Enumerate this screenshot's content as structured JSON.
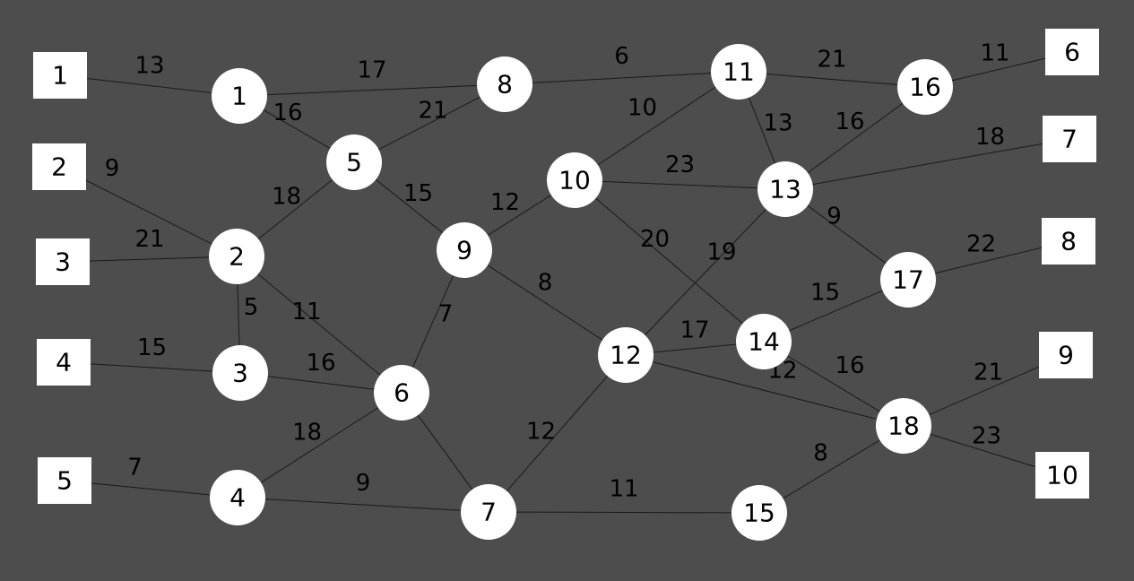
{
  "diagram": {
    "colors": {
      "background": "#4d4d4d",
      "node_fill": "#ffffff",
      "edge": "#1a1a1a",
      "text": "#000000"
    },
    "nodes": [
      {
        "id": "s1",
        "label": "1",
        "shape": "square"
      },
      {
        "id": "s2",
        "label": "2",
        "shape": "square"
      },
      {
        "id": "s3",
        "label": "3",
        "shape": "square"
      },
      {
        "id": "s4",
        "label": "4",
        "shape": "square"
      },
      {
        "id": "s5",
        "label": "5",
        "shape": "square"
      },
      {
        "id": "s6",
        "label": "6",
        "shape": "square"
      },
      {
        "id": "s7",
        "label": "7",
        "shape": "square"
      },
      {
        "id": "s8",
        "label": "8",
        "shape": "square"
      },
      {
        "id": "s9",
        "label": "9",
        "shape": "square"
      },
      {
        "id": "s10",
        "label": "10",
        "shape": "square"
      },
      {
        "id": "c1",
        "label": "1",
        "shape": "circle"
      },
      {
        "id": "c2",
        "label": "2",
        "shape": "circle"
      },
      {
        "id": "c3",
        "label": "3",
        "shape": "circle"
      },
      {
        "id": "c4",
        "label": "4",
        "shape": "circle"
      },
      {
        "id": "c5",
        "label": "5",
        "shape": "circle"
      },
      {
        "id": "c6",
        "label": "6",
        "shape": "circle"
      },
      {
        "id": "c7",
        "label": "7",
        "shape": "circle"
      },
      {
        "id": "c8",
        "label": "8",
        "shape": "circle"
      },
      {
        "id": "c9",
        "label": "9",
        "shape": "circle"
      },
      {
        "id": "c10",
        "label": "10",
        "shape": "circle"
      },
      {
        "id": "c11",
        "label": "11",
        "shape": "circle"
      },
      {
        "id": "c12",
        "label": "12",
        "shape": "circle"
      },
      {
        "id": "c13",
        "label": "13",
        "shape": "circle"
      },
      {
        "id": "c14",
        "label": "14",
        "shape": "circle"
      },
      {
        "id": "c15",
        "label": "15",
        "shape": "circle"
      },
      {
        "id": "c16",
        "label": "16",
        "shape": "circle"
      },
      {
        "id": "c17",
        "label": "17",
        "shape": "circle"
      },
      {
        "id": "c18",
        "label": "18",
        "shape": "circle"
      }
    ],
    "edges": [
      {
        "from": "s1",
        "to": "c1",
        "weight": "13"
      },
      {
        "from": "c1",
        "to": "c8",
        "weight": "17"
      },
      {
        "from": "c1",
        "to": "c5",
        "weight": "16"
      },
      {
        "from": "s2",
        "to": "c2",
        "weight": "9"
      },
      {
        "from": "c2",
        "to": "c5",
        "weight": "18"
      },
      {
        "from": "c5",
        "to": "c8",
        "weight": "21"
      },
      {
        "from": "c5",
        "to": "c9",
        "weight": "15"
      },
      {
        "from": "s3",
        "to": "c2",
        "weight": "21"
      },
      {
        "from": "c2",
        "to": "c3",
        "weight": "5"
      },
      {
        "from": "c2",
        "to": "c6",
        "weight": "11"
      },
      {
        "from": "s4",
        "to": "c3",
        "weight": "15"
      },
      {
        "from": "c3",
        "to": "c6",
        "weight": "16"
      },
      {
        "from": "c6",
        "to": "c9",
        "weight": "7"
      },
      {
        "from": "c4",
        "to": "c6",
        "weight": "18"
      },
      {
        "from": "s5",
        "to": "c4",
        "weight": "7"
      },
      {
        "from": "c4",
        "to": "c7",
        "weight": "9"
      },
      {
        "from": "c6",
        "to": "c7",
        "weight": ""
      },
      {
        "from": "c8",
        "to": "c11",
        "weight": "6"
      },
      {
        "from": "c9",
        "to": "c10",
        "weight": "12"
      },
      {
        "from": "c9",
        "to": "c12",
        "weight": "8"
      },
      {
        "from": "c10",
        "to": "c11",
        "weight": "10"
      },
      {
        "from": "c10",
        "to": "c13",
        "weight": "23"
      },
      {
        "from": "c10",
        "to": "c14",
        "weight": "20"
      },
      {
        "from": "c11",
        "to": "c16",
        "weight": "21"
      },
      {
        "from": "c11",
        "to": "c13",
        "weight": "13"
      },
      {
        "from": "c16",
        "to": "s6",
        "weight": "11"
      },
      {
        "from": "c13",
        "to": "c16",
        "weight": "16"
      },
      {
        "from": "c13",
        "to": "s7",
        "weight": "18"
      },
      {
        "from": "c13",
        "to": "c17",
        "weight": "9"
      },
      {
        "from": "c12",
        "to": "c13",
        "weight": "19"
      },
      {
        "from": "c12",
        "to": "c14",
        "weight": "17"
      },
      {
        "from": "c12",
        "to": "c18",
        "weight": "12"
      },
      {
        "from": "c7",
        "to": "c12",
        "weight": "12"
      },
      {
        "from": "c7",
        "to": "c15",
        "weight": "11"
      },
      {
        "from": "c17",
        "to": "s8",
        "weight": "22"
      },
      {
        "from": "c14",
        "to": "c17",
        "weight": "15"
      },
      {
        "from": "c14",
        "to": "c18",
        "weight": "16"
      },
      {
        "from": "c18",
        "to": "s9",
        "weight": "21"
      },
      {
        "from": "c18",
        "to": "s10",
        "weight": "23"
      },
      {
        "from": "c15",
        "to": "c18",
        "weight": "8"
      }
    ]
  }
}
